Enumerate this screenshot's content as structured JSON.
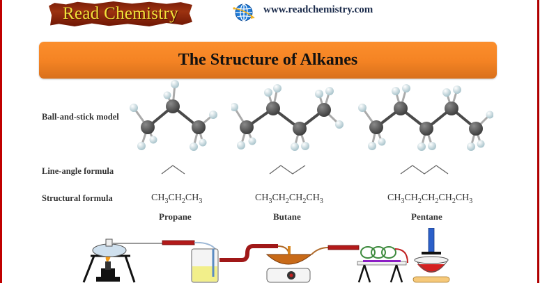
{
  "header": {
    "logo_text": "Read Chemistry",
    "globe_icon": "globe-icon",
    "url": "www.readchemistry.com"
  },
  "banner": {
    "title": "The Structure of  Alkanes"
  },
  "row_labels": {
    "ball_and_stick": "Ball-and-stick model",
    "line_angle": "Line-angle formula",
    "structural": "Structural formula"
  },
  "molecules": [
    {
      "name": "Propane",
      "formula_parts": [
        [
          "CH",
          "3"
        ],
        [
          "CH",
          "2"
        ],
        [
          "CH",
          "3"
        ]
      ],
      "carbons": 3
    },
    {
      "name": "Butane",
      "formula_parts": [
        [
          "CH",
          "3"
        ],
        [
          "CH",
          "2"
        ],
        [
          "CH",
          "2"
        ],
        [
          "CH",
          "3"
        ]
      ],
      "carbons": 4
    },
    {
      "name": "Pentane",
      "formula_parts": [
        [
          "CH",
          "3"
        ],
        [
          "CH",
          "2"
        ],
        [
          "CH",
          "2"
        ],
        [
          "CH",
          "2"
        ],
        [
          "CH",
          "3"
        ]
      ],
      "carbons": 5
    }
  ],
  "colors": {
    "border_red": "#c00000",
    "banner_orange": "#f58424",
    "logo_text": "#f5e23a",
    "carbon": "#555555",
    "hydrogen": "#cfe3e8"
  }
}
